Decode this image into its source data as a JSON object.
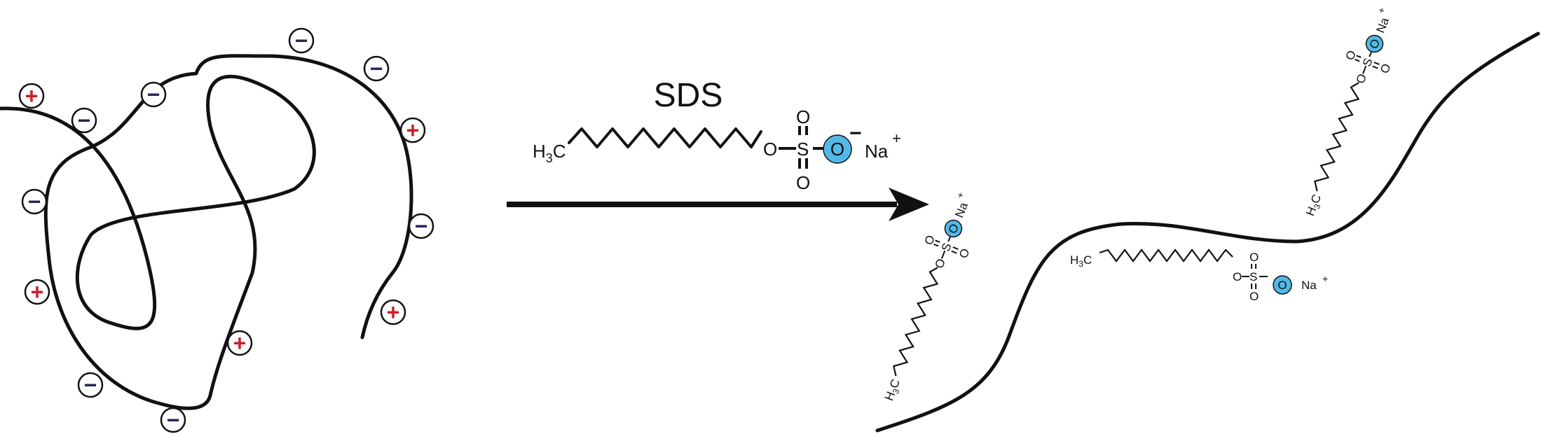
{
  "reagent": {
    "name": "SDS",
    "methyl_main": "H",
    "methyl_sub": "3",
    "methyl_c": "C",
    "oxygen": "O",
    "sulfur": "S",
    "anion_charge": "−",
    "counterion": "Na",
    "counterion_charge": "+"
  },
  "charge_symbols": {
    "positive": "+",
    "negative": "−"
  },
  "colors": {
    "ink": "#111111",
    "positive": "#c8202f",
    "negative": "#27275a",
    "oxygen_highlight": "#52b8e8"
  }
}
